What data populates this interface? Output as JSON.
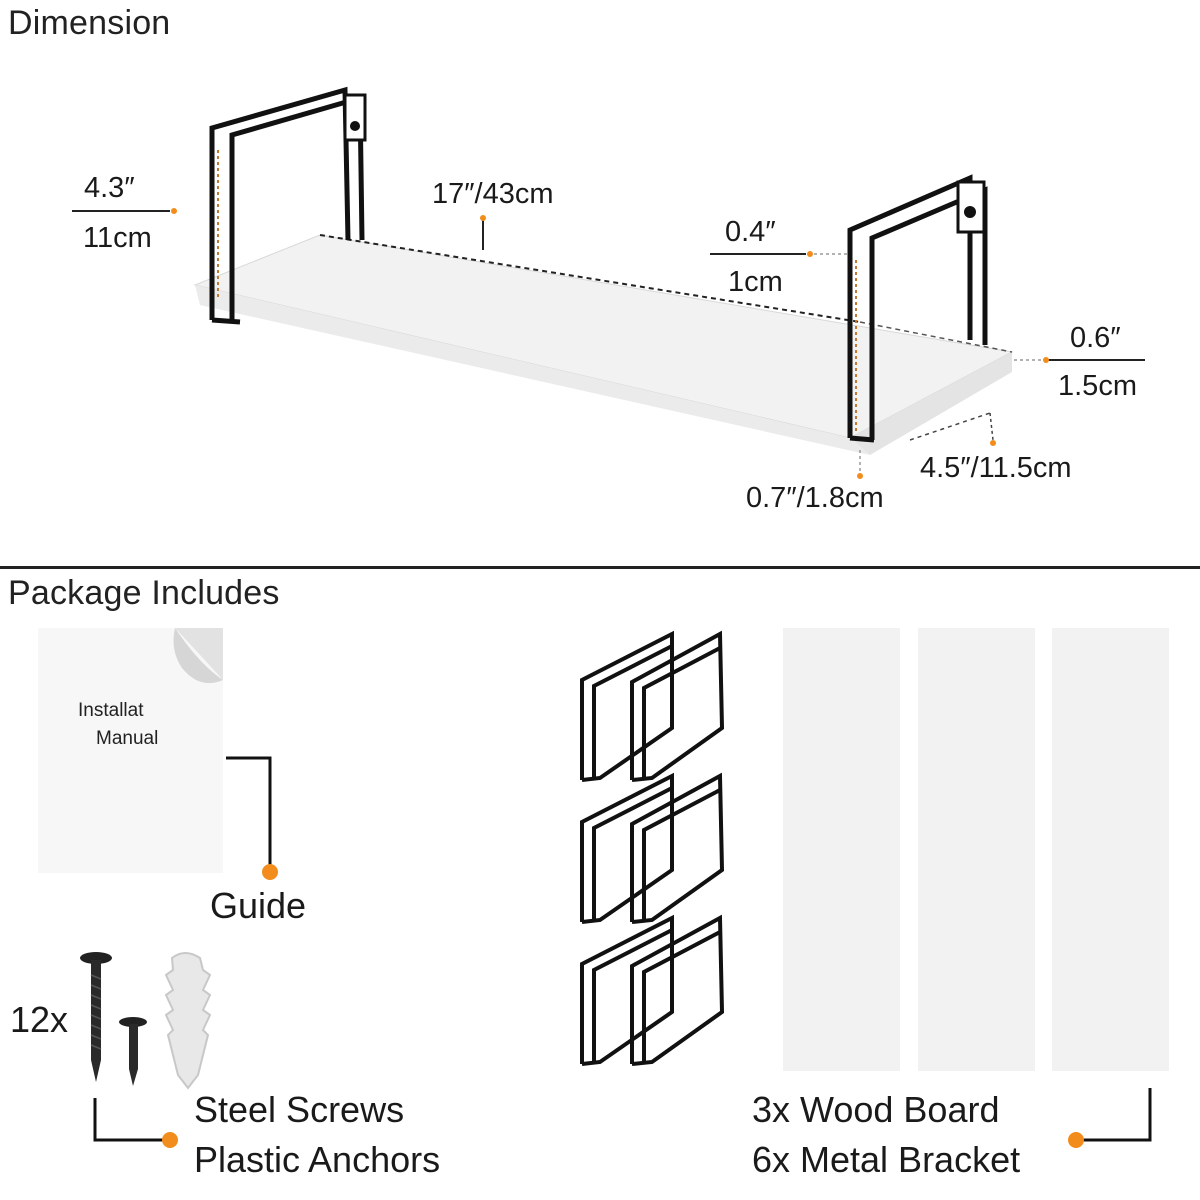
{
  "sections": {
    "dimension_title": "Dimension",
    "package_title": "Package Includes"
  },
  "dimensions": {
    "height_in": "4.3″",
    "height_cm": "11cm",
    "length": "17″/43cm",
    "bracket_width_in": "0.4″",
    "bracket_width_cm": "1cm",
    "thickness_in": "0.6″",
    "thickness_cm": "1.5cm",
    "depth": "4.5″/11.5cm",
    "lip": "0.7″/1.8cm"
  },
  "package": {
    "manual_line1": "Installat",
    "manual_line2": "Manual",
    "guide_label": "Guide",
    "screws_count": "12x",
    "screws_line1": "Steel Screws",
    "screws_line2": "Plastic Anchors",
    "boards_line1": "3x Wood Board",
    "boards_line2": "6x Metal Bracket"
  },
  "colors": {
    "accent": "#f28c1c",
    "ink": "#1a1a1a",
    "board": "#f4f4f4"
  },
  "icons": [
    "shelf-illustration",
    "bracket-icon",
    "screw-icon",
    "anchor-icon",
    "manual-icon"
  ]
}
